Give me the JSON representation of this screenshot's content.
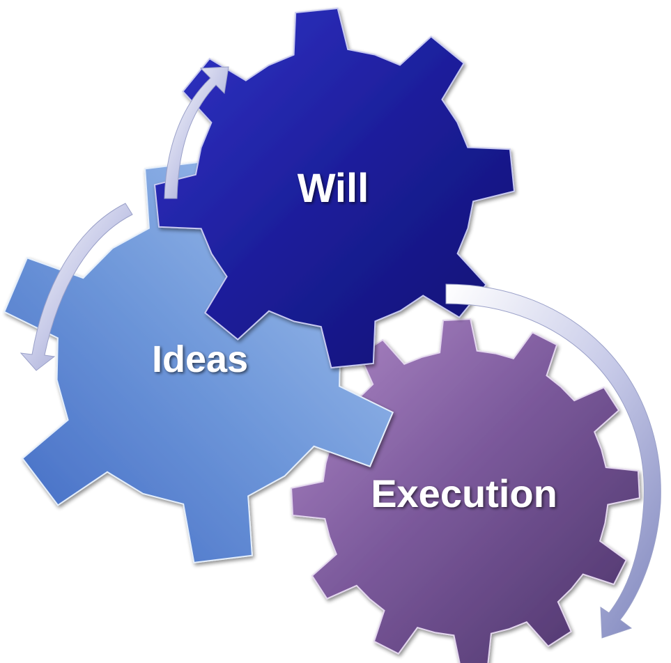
{
  "gears": [
    {
      "id": "will",
      "label": "Will",
      "colors": [
        "#3234c8",
        "#1c1e9a",
        "#0f1170"
      ]
    },
    {
      "id": "ideas",
      "label": "Ideas",
      "colors": [
        "#a9c6ef",
        "#6f98da",
        "#3f68c3"
      ]
    },
    {
      "id": "execution",
      "label": "Execution",
      "colors": [
        "#b08ac8",
        "#7c5a9c",
        "#4a3268"
      ]
    }
  ],
  "arrow_colors": [
    "#ffffff",
    "#c7cae8",
    "#7f86bd"
  ]
}
